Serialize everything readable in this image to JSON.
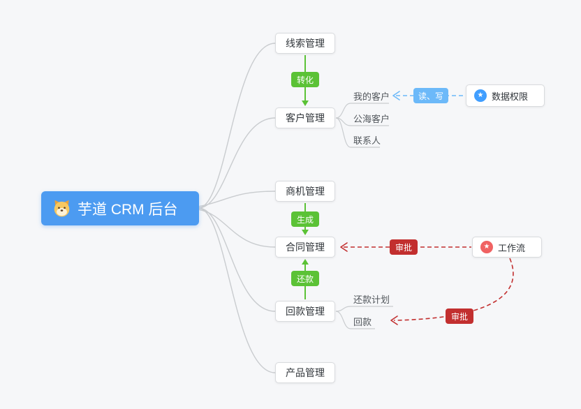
{
  "nodes": {
    "root": "芋道 CRM 后台",
    "clue": "线索管理",
    "customer": "客户管理",
    "opportunity": "商机管理",
    "contract": "合同管理",
    "receivable": "回款管理",
    "product": "产品管理",
    "data_permission": "数据权限",
    "workflow": "工作流"
  },
  "children": {
    "customer": [
      "我的客户",
      "公海客户",
      "联系人"
    ],
    "receivable": [
      "还款计划",
      "回款"
    ]
  },
  "edges": [
    {
      "from": "线索管理",
      "to": "客户管理",
      "label": "转化",
      "style": "solid-green-arrow"
    },
    {
      "from": "商机管理",
      "to": "合同管理",
      "label": "生成",
      "style": "solid-green-arrow"
    },
    {
      "from": "回款管理",
      "to": "合同管理",
      "label": "还款",
      "style": "solid-green-arrow"
    },
    {
      "from": "数据权限",
      "to": "我的客户",
      "label": "读、写",
      "style": "dashed-blue-arrow"
    },
    {
      "from": "工作流",
      "to": "合同管理",
      "label": "审批",
      "style": "dashed-red-arrow"
    },
    {
      "from": "工作流",
      "to": "回款",
      "label": "审批",
      "style": "dashed-red-arrow"
    }
  ],
  "icons": {
    "star": "★",
    "root_icon": "dog-face"
  },
  "colors": {
    "root_bg": "#4c9bf1",
    "green": "#5bc236",
    "red": "#c22f2f",
    "light_blue": "#6cb9f9",
    "permission_icon_bg": "#409eff",
    "workflow_icon_bg": "#f06262",
    "connector": "#c9cccf",
    "background": "#f6f7f9"
  }
}
